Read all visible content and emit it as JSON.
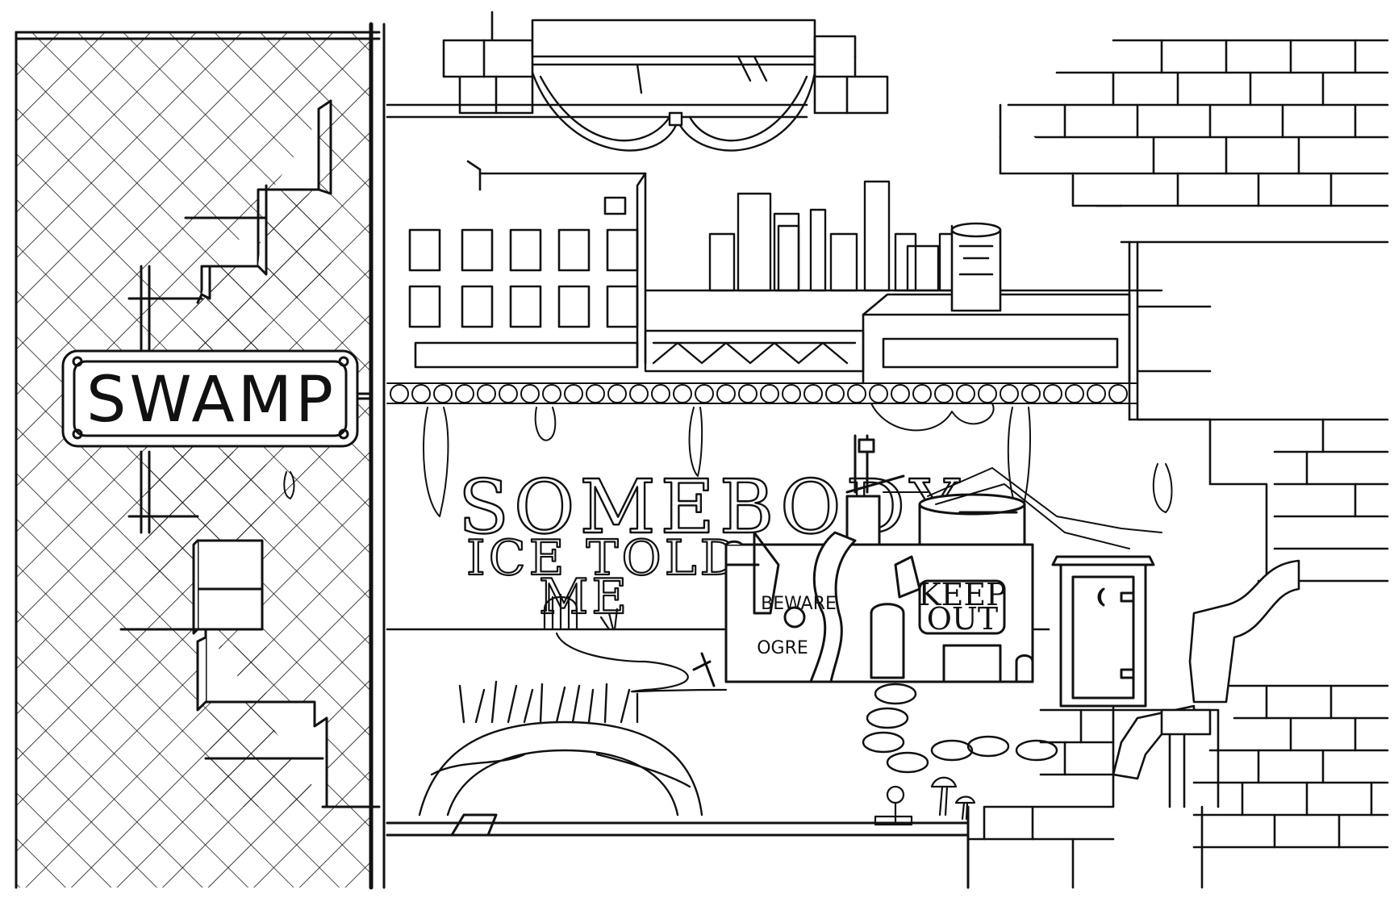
{
  "colors": {
    "ink": "#111111",
    "paper": "#ffffff"
  },
  "signs": {
    "main_sign": "SWAMP",
    "graffiti_line1": "SOMEBODY",
    "graffiti_line2": "ICE TOLD",
    "graffiti_line3": "ME",
    "beware": "BEWARE",
    "ogre": "OGRE",
    "keep": "KEEP",
    "out": "OUT"
  },
  "icons": [
    "fence",
    "brick-wall",
    "city-skyline",
    "barbed-wire",
    "shack",
    "outhouse",
    "moon",
    "pipe",
    "mushroom",
    "valve",
    "reeds"
  ]
}
